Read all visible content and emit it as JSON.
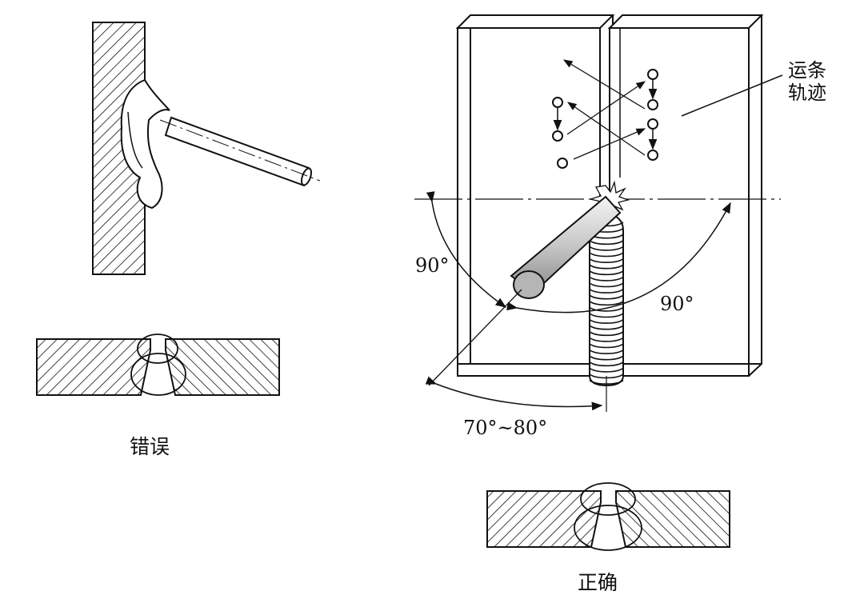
{
  "labels": {
    "wrong": "错误",
    "correct": "正确",
    "trajectory_line1": "运条",
    "trajectory_line2": "轨迹",
    "angle_left": "90°",
    "angle_right": "90°",
    "angle_bottom": "70°~80°"
  },
  "colors": {
    "ink": "#111111",
    "background": "#ffffff"
  },
  "icons": {
    "spark": "spark-icon"
  }
}
